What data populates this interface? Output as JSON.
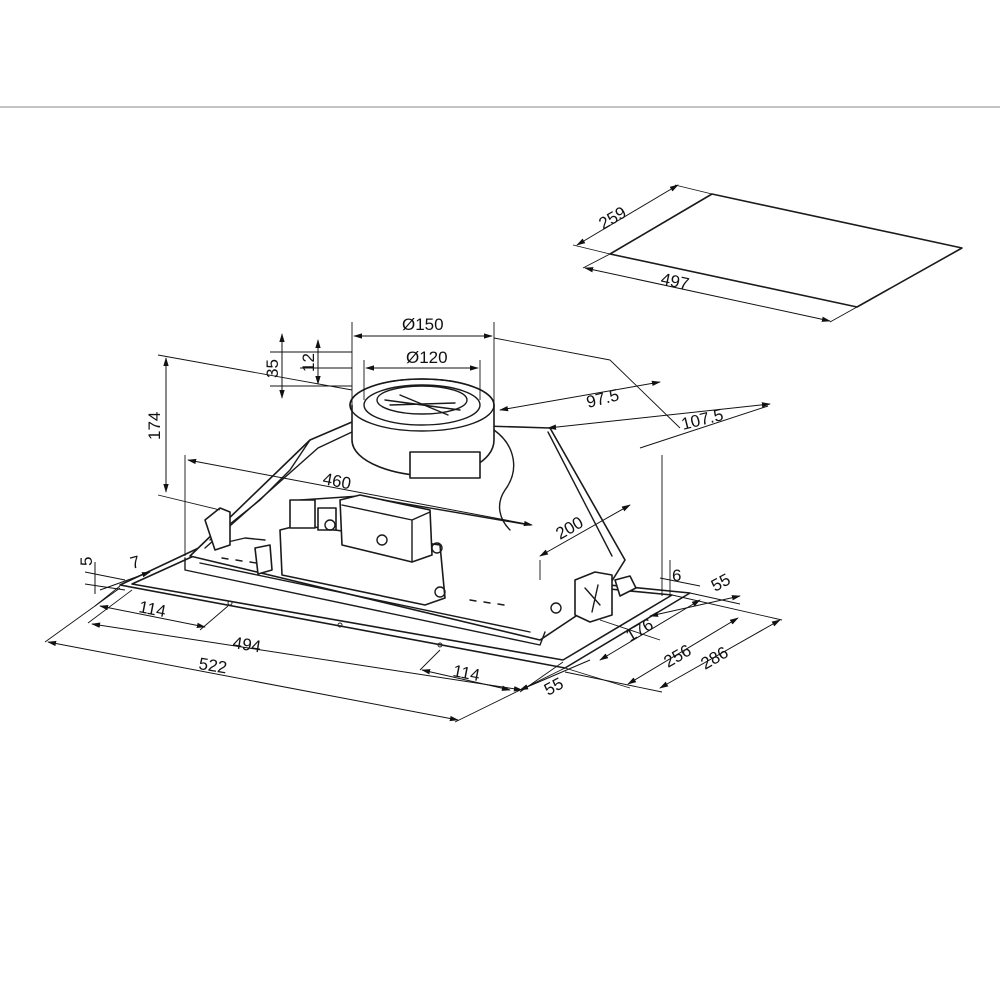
{
  "colors": {
    "line": "#1a1a1a",
    "background": "#ffffff",
    "rule": "#888888"
  },
  "cutout": {
    "width_label": "497",
    "depth_label": "259"
  },
  "hood": {
    "outlet_outer_label": "Ø150",
    "outlet_inner_label": "Ø120",
    "collar_height_label": "35",
    "collar_inner_label": "12",
    "height_label": "174",
    "duct_offset_front_label": "97.5",
    "duct_offset_side_label": "107.5",
    "inner_width_label": "460",
    "inner_depth_label": "200",
    "flange_label": "5",
    "flange_side_label": "7",
    "bracket_left_label": "114",
    "bracket_right_label": "114",
    "body_width_label": "494",
    "total_width_label": "522",
    "rear_gap_label": "6",
    "side_top_label": "55",
    "side_bottom_label": "55",
    "depth_a_label": "176",
    "depth_b_label": "256",
    "depth_c_label": "286"
  }
}
